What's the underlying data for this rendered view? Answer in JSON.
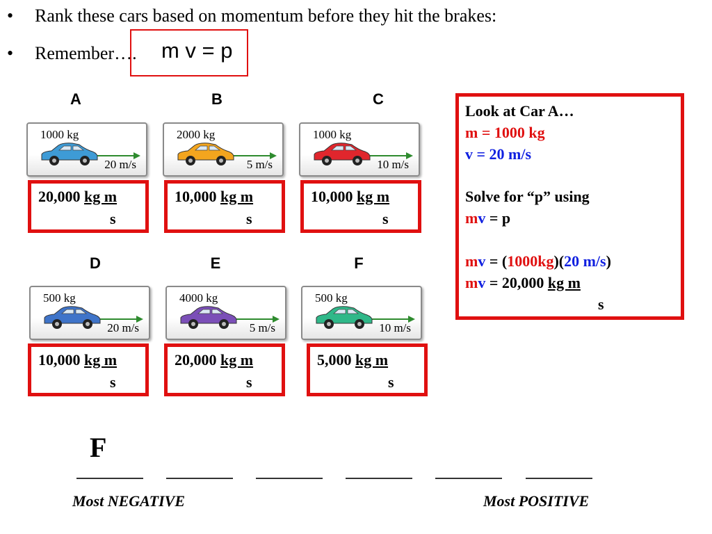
{
  "bullets": [
    {
      "marker": "•",
      "text": "Rank these cars based on momentum before they hit the brakes:"
    },
    {
      "marker": "•",
      "text": "Remember…."
    }
  ],
  "formula": "m v = p",
  "cars": [
    {
      "label": "A",
      "mass": "1000 kg",
      "speed": "20 m/s",
      "color": "#3e9bd6",
      "answer": "20,000",
      "unit_top": "kg m",
      "unit_bottom": "s"
    },
    {
      "label": "B",
      "mass": "2000 kg",
      "speed": "5 m/s",
      "color": "#f3a51e",
      "answer": "10,000",
      "unit_top": "kg m",
      "unit_bottom": "s"
    },
    {
      "label": "C",
      "mass": "1000 kg",
      "speed": "10 m/s",
      "color": "#e0262d",
      "answer": "10,000",
      "unit_top": "kg m",
      "unit_bottom": "s"
    },
    {
      "label": "D",
      "mass": "500 kg",
      "speed": "20 m/s",
      "color": "#3f74c9",
      "answer": "10,000",
      "unit_top": "kg m",
      "unit_bottom": "s"
    },
    {
      "label": "E",
      "mass": "4000 kg",
      "speed": "5 m/s",
      "color": "#7b4fb8",
      "answer": "20,000",
      "unit_top": "kg m",
      "unit_bottom": "s"
    },
    {
      "label": "F",
      "mass": "500 kg",
      "speed": "10 m/s",
      "color": "#2fb889",
      "answer": "5,000",
      "unit_top": "kg m",
      "unit_bottom": "s"
    }
  ],
  "explanation": {
    "l1": "Look at Car A…",
    "l2": "m = 1000 kg",
    "l3": "v = 20 m/s",
    "l4": "Solve for “p” using",
    "l5_m": "m",
    "l5_v": "v",
    "l5_rest": " = p",
    "l6_m": "m",
    "l6_v": "v",
    "l6_a": " = (",
    "l6_mass": "1000kg",
    "l6_b": ")(",
    "l6_vel": "20 m/s",
    "l6_c": ")",
    "l7_m": "m",
    "l7_v": "v",
    "l7_a": " = 20,000 ",
    "l7_unit": "kg m",
    "l8": "s"
  },
  "ranking": {
    "first_slot": "F",
    "left_label": "Most NEGATIVE",
    "right_label": "Most POSITIVE"
  },
  "colors": {
    "accent_red": "#e01010",
    "accent_blue": "#1020e0"
  }
}
